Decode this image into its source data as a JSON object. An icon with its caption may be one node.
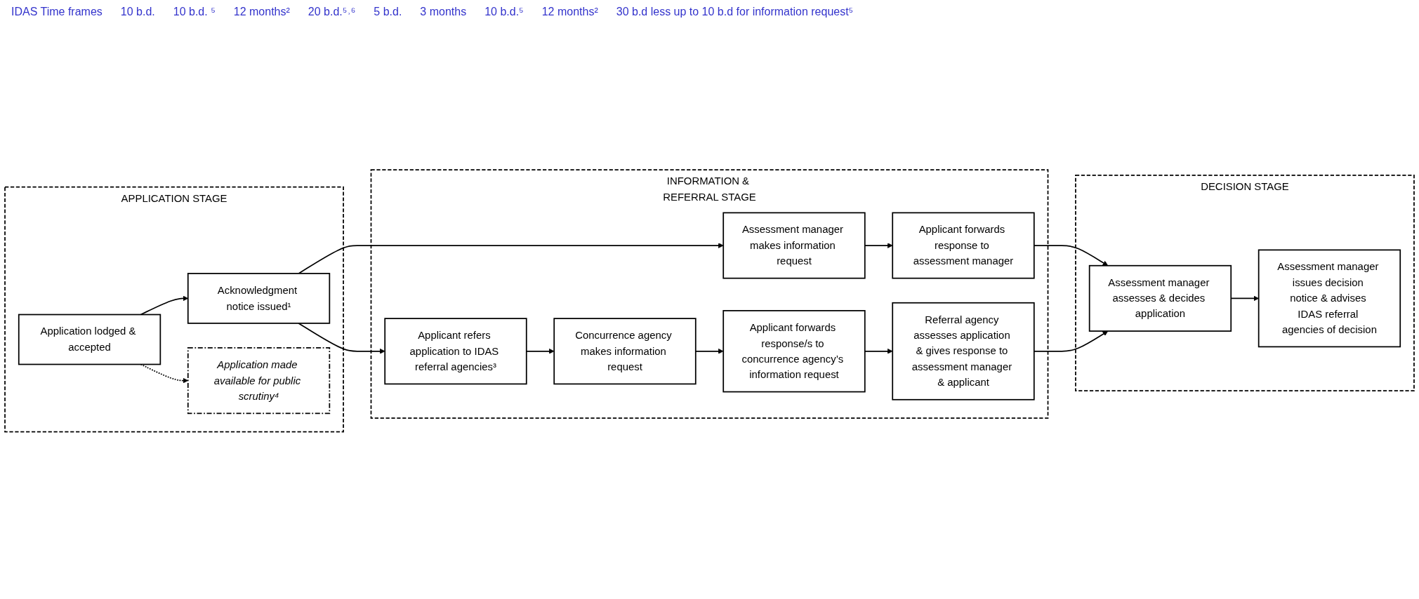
{
  "diagram": {
    "nodes": [
      {
        "text": [
          "APPLICATION STAGE"
        ]
      },
      {
        "text": [
          "Application lodged & accepted"
        ],
        "in": 0
      },
      {
        "text": [
          "Acknowledgment notice issued¹"
        ],
        "in": 0
      },
      {
        "text": [
          "Application made available for public scrutiny⁴"
        ],
        "in": 0
      },
      {
        "text": [
          "INFORMATION & REFERRAL STAGE"
        ]
      },
      {
        "text": [
          "Assessment manager makes information request"
        ],
        "in": 4
      },
      {
        "text": [
          "Applicant forwards response to assessment manager"
        ],
        "in": 4
      },
      {
        "text": [
          "Applicant refers application to IDAS referral agencies³"
        ],
        "in": 4
      },
      {
        "text": [
          "Concurrence agency makes information request"
        ],
        "in": 4
      },
      {
        "text": [
          "Applicant forwards response/s to concurrence agency’s information request"
        ],
        "in": 4
      },
      {
        "text": [
          "Referral agency assesses application & gives response to assessment manager & applicant"
        ],
        "in": 4
      },
      {
        "text": [
          "DECISION STAGE"
        ]
      },
      {
        "text": [
          "Assessment manager assesses & decides application"
        ],
        "in": 11
      },
      {
        "text": [
          "Assessment manager issues decision notice & advises IDAS referral agencies of decision"
        ],
        "in": 11
      }
    ],
    "edges": [
      {
        "from": 1,
        "to": 2,
        "arrow": "to"
      },
      {
        "from": 1,
        "to": 3,
        "arrow": "to",
        "style": "dashed"
      },
      {
        "from": 2,
        "to": 5,
        "arrow": "to"
      },
      {
        "from": 2,
        "to": 7,
        "arrow": "to"
      },
      {
        "from": 5,
        "to": 6,
        "arrow": "to"
      },
      {
        "from": 6,
        "to": 12,
        "arrow": "to"
      },
      {
        "from": 7,
        "to": 8,
        "arrow": "to"
      },
      {
        "from": 8,
        "to": 9,
        "arrow": "to"
      },
      {
        "from": 9,
        "to": 10,
        "arrow": "to"
      },
      {
        "from": 10,
        "to": 12,
        "arrow": "to"
      },
      {
        "from": 12,
        "to": 13,
        "arrow": "to"
      }
    ],
    "labels": [
      "IDAS Time frames",
      "10 b.d.",
      "10 b.d. ⁵",
      "12 months²",
      "20 b.d.⁵˒⁶",
      "5 b.d.",
      "3 months",
      "10 b.d.⁵",
      "12 months²",
      "30 b.d less up to 10 b.d for information request⁵"
    ]
  }
}
